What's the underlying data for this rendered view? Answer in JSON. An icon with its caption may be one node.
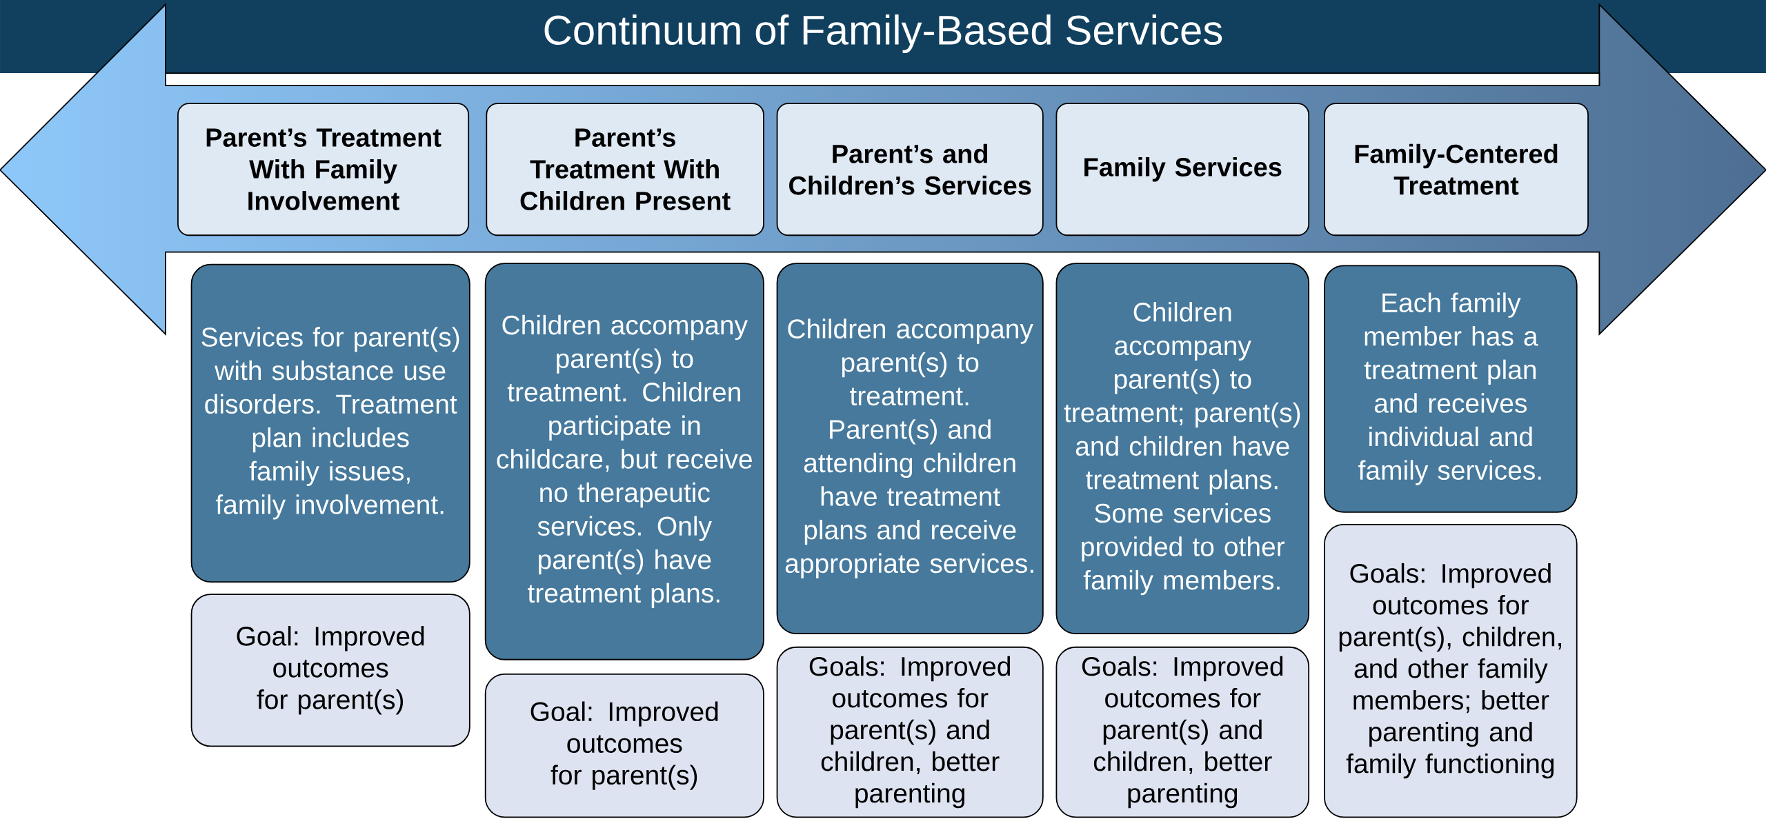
{
  "diagram": {
    "title": "Continuum of Family-Based Services",
    "nodes": [
      {
        "text": [
          "Parent’s Treatment With Family Involvement"
        ]
      },
      {
        "text": [
          "Parent’s Treatment With Children Present"
        ]
      },
      {
        "text": [
          "Parent’s and Children’s Services"
        ]
      },
      {
        "text": [
          "Family Services"
        ]
      },
      {
        "text": [
          "Family-Centered Treatment"
        ]
      },
      {
        "text": [
          "Services for parent(s) with substance use disorders. Treatment plan includes family issues, family involvement."
        ]
      },
      {
        "text": [
          "Goal: Improved outcomes for parent(s)"
        ]
      },
      {
        "text": [
          "Children accompany parent(s) to treatment. Children participate in childcare, but receive no therapeutic services. Only parent(s) have treatment plans."
        ]
      },
      {
        "text": [
          "Goal: Improved outcomes for parent(s)"
        ]
      },
      {
        "text": [
          "Children accompany parent(s) to treatment. Parent(s) and attending children have treatment plans and receive appropriate services."
        ]
      },
      {
        "text": [
          "Goals: Improved outcomes for parent(s) and children, better parenting"
        ]
      },
      {
        "text": [
          "Children accompany parent(s) to treatment; parent(s) and children have treatment plans. Some services provided to other family members."
        ]
      },
      {
        "text": [
          "Goals: Improved outcomes for parent(s) and children, better parenting"
        ]
      },
      {
        "text": [
          "Each family member has a treatment plan and receives individual and family services."
        ]
      },
      {
        "text": [
          "Goals: Improved outcomes for parent(s), children, and other family members; better parenting and family functioning"
        ]
      }
    ]
  }
}
